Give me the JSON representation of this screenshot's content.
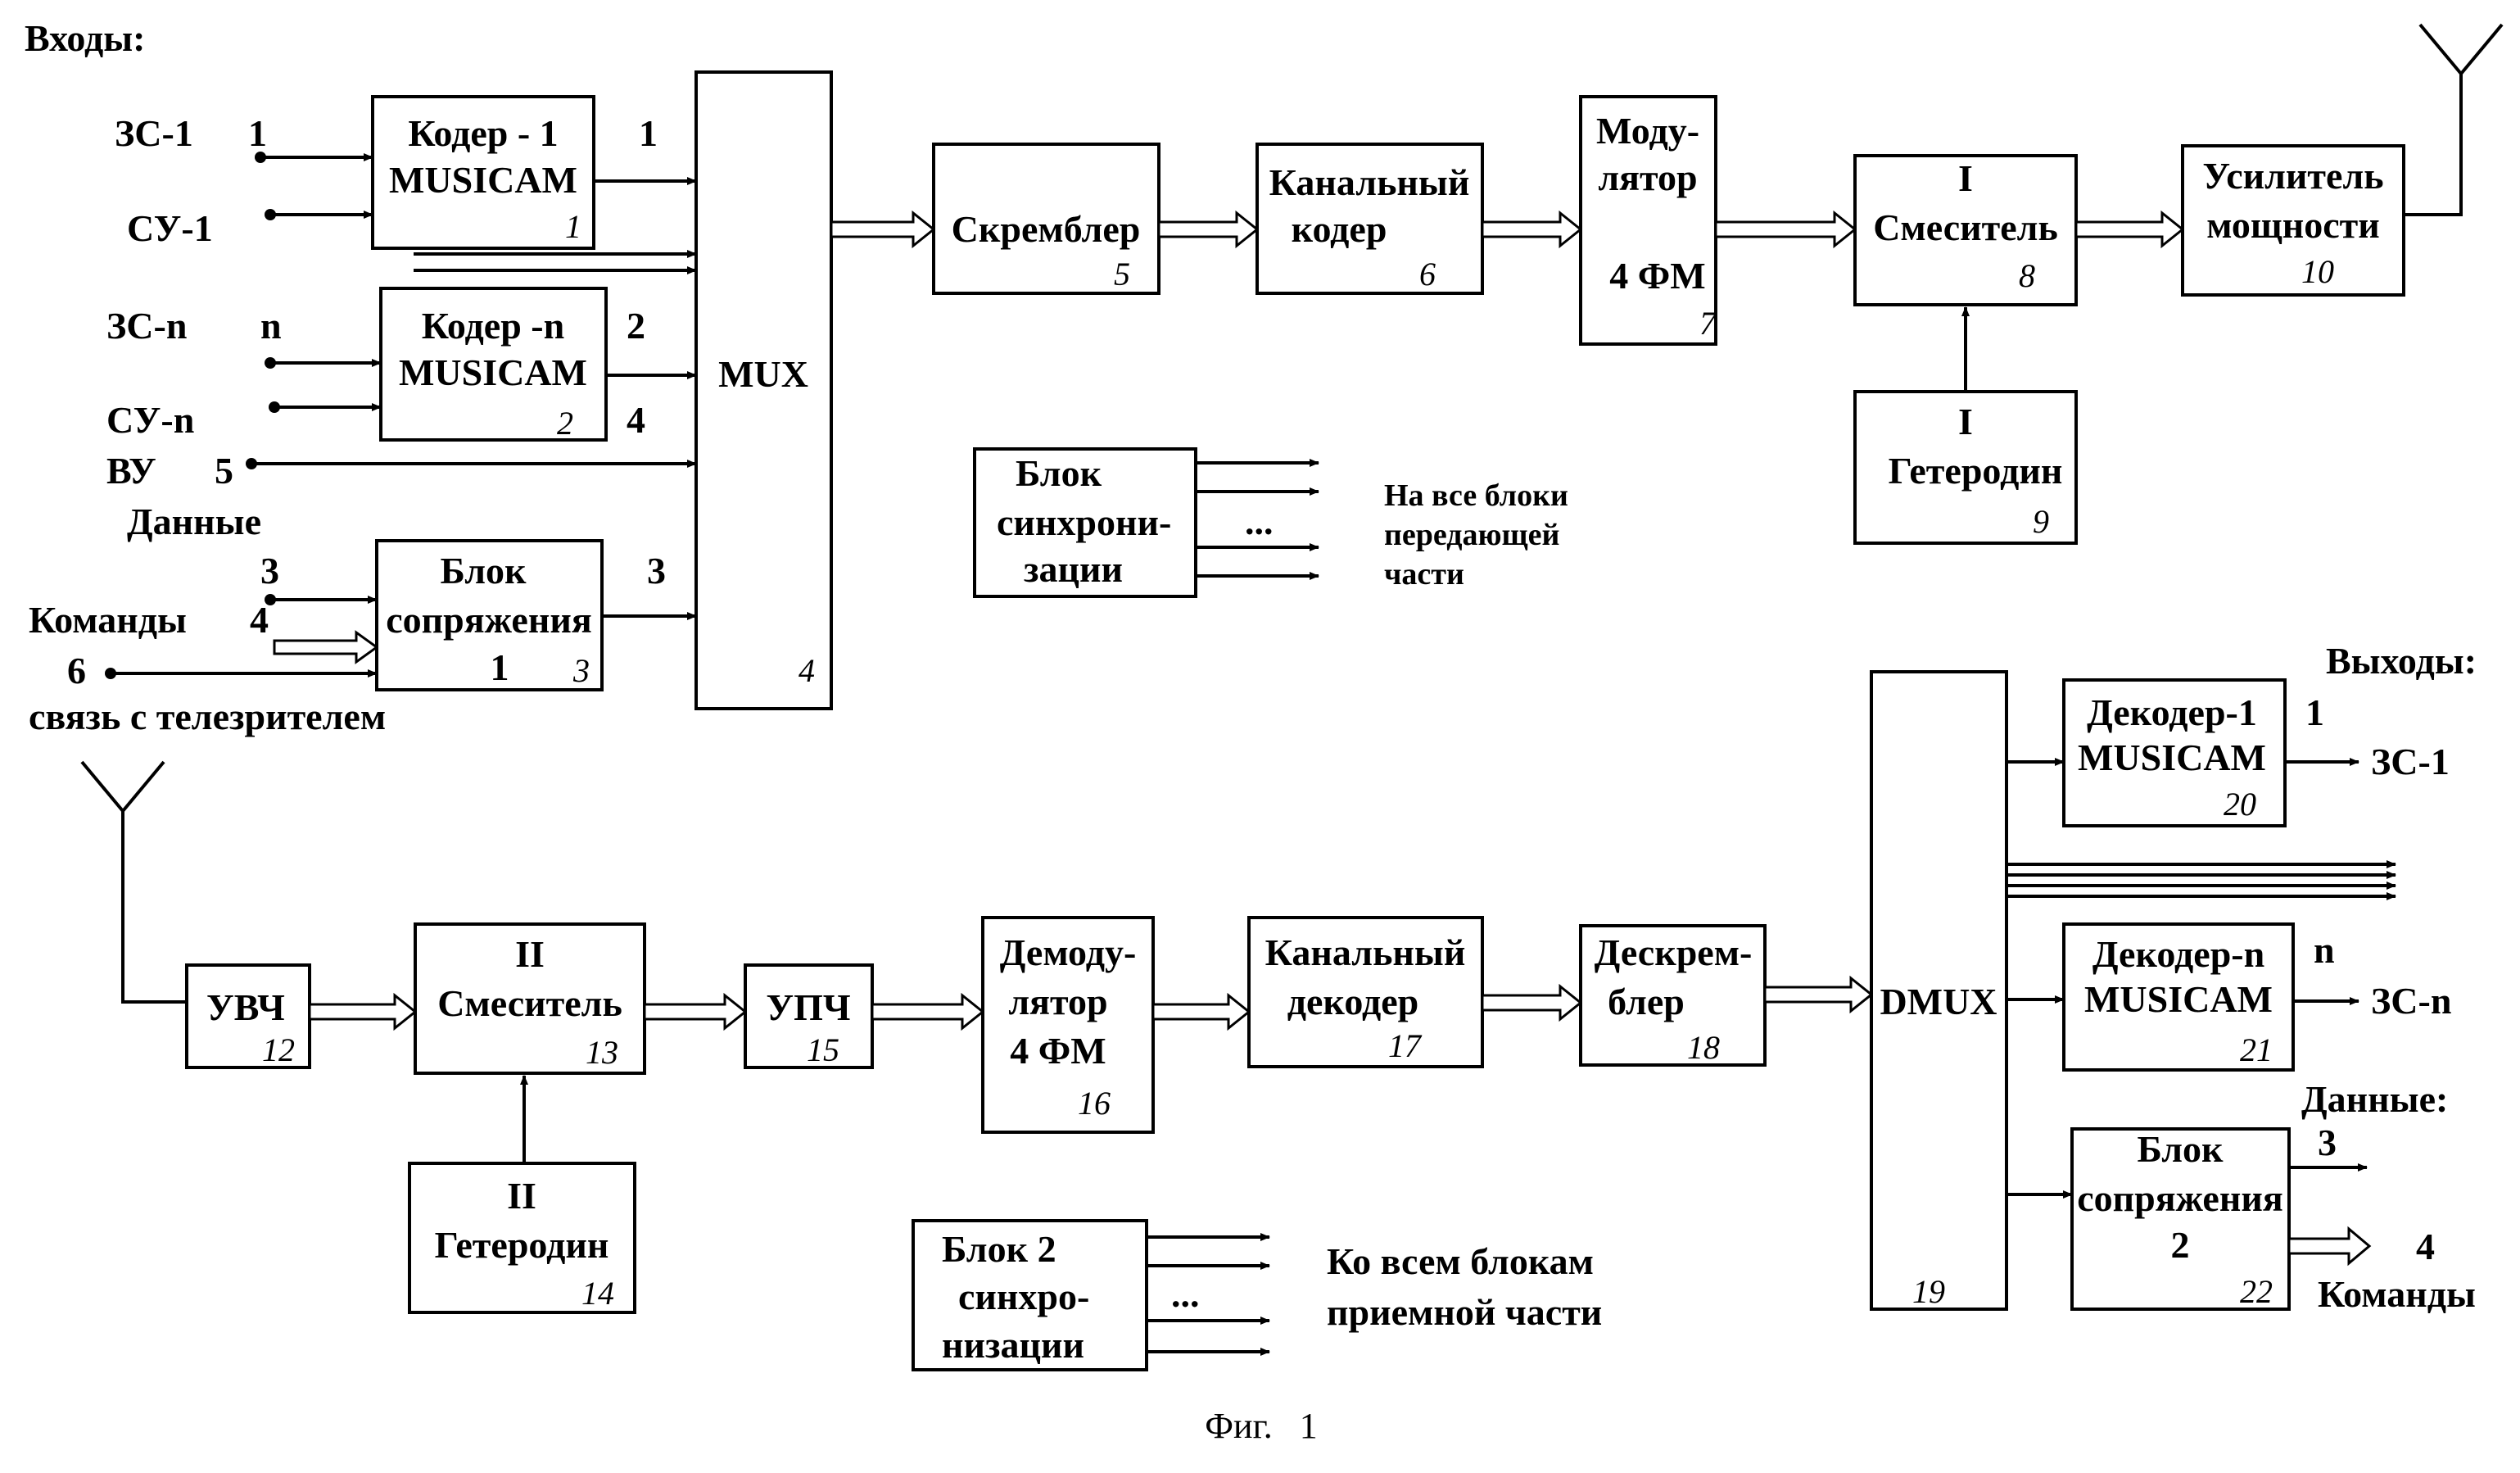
{
  "figure_caption": "Фиг.   1",
  "inputs": {
    "heading": "Входы:",
    "zs1": "ЗС-1",
    "zs1_num": "1",
    "su1": "СУ-1",
    "zsn": "ЗС-n",
    "zsn_num": "n",
    "sun": "СУ-n",
    "vu": "ВУ",
    "vu_num": "5",
    "data": "Данные",
    "data_num": "3",
    "commands": "Команды",
    "commands_num": "4",
    "tv_num": "6",
    "tv_link": "связь с телезрителем"
  },
  "tx": {
    "coder1": {
      "line1": "Кодер - 1",
      "line2": "MUSICAM",
      "num": "1",
      "out_num": "1"
    },
    "codern": {
      "line1": "Кодер -n",
      "line2": "MUSICAM",
      "num": "2",
      "out_num_a": "2",
      "out_num_b": "4"
    },
    "iface1": {
      "line1": "Блок",
      "line2": "сопряжения",
      "line3": "1",
      "num": "3",
      "out_num": "3"
    },
    "mux": {
      "label": "MUX",
      "num": "4"
    },
    "scrambler": {
      "label": "Скремблер",
      "num": "5"
    },
    "chcoder": {
      "line1": "Канальный",
      "line2": "кодер",
      "num": "6"
    },
    "modulator": {
      "line1": "Моду-",
      "line2": "лятор",
      "line3": "4 ФМ",
      "num": "7"
    },
    "mixer1": {
      "line1": "I",
      "line2": "Смеситель",
      "num": "8"
    },
    "lo1": {
      "line1": "I",
      "line2": "Гетеродин",
      "num": "9"
    },
    "amp": {
      "line1": "Усилитель",
      "line2": "мощности",
      "num": "10"
    },
    "sync1": {
      "line1": "Блок",
      "line2": "синхрони-",
      "line3": "зации",
      "dots": "...",
      "note1": "На все блоки",
      "note2": "передающей",
      "note3": "части"
    }
  },
  "rx": {
    "uvch": {
      "label": "УВЧ",
      "num": "12"
    },
    "mixer2": {
      "line1": "II",
      "line2": "Смеситель",
      "num": "13"
    },
    "lo2": {
      "line1": "II",
      "line2": "Гетеродин",
      "num": "14"
    },
    "upch": {
      "label": "УПЧ",
      "num": "15"
    },
    "demod": {
      "line1": "Демоду-",
      "line2": "лятор",
      "line3": "4 ФМ",
      "num": "16"
    },
    "chdecoder": {
      "line1": "Канальный",
      "line2": "декодер",
      "num": "17"
    },
    "descrambler": {
      "line1": "Дескрем-",
      "line2": "блер",
      "num": "18"
    },
    "dmux": {
      "label": "DMUX",
      "num": "19"
    },
    "decoder1": {
      "line1": "Декодер-1",
      "line2": "MUSICAM",
      "num": "20"
    },
    "decodern": {
      "line1": "Декодер-n",
      "line2": "MUSICAM",
      "num": "21"
    },
    "iface2": {
      "line1": "Блок",
      "line2": "сопряжения",
      "line3": "2",
      "num": "22"
    },
    "sync2": {
      "line1": "Блок 2",
      "line2": "синхро-",
      "line3": "низации",
      "dots": "...",
      "note1": "Ко всем блокам",
      "note2": "приемной части"
    }
  },
  "outputs": {
    "heading": "Выходы:",
    "zs1": "ЗС-1",
    "zs1_num": "1",
    "zsn": "ЗС-n",
    "zsn_num": "n",
    "data": "Данные:",
    "data_num": "3",
    "commands": "Команды",
    "commands_num": "4"
  }
}
